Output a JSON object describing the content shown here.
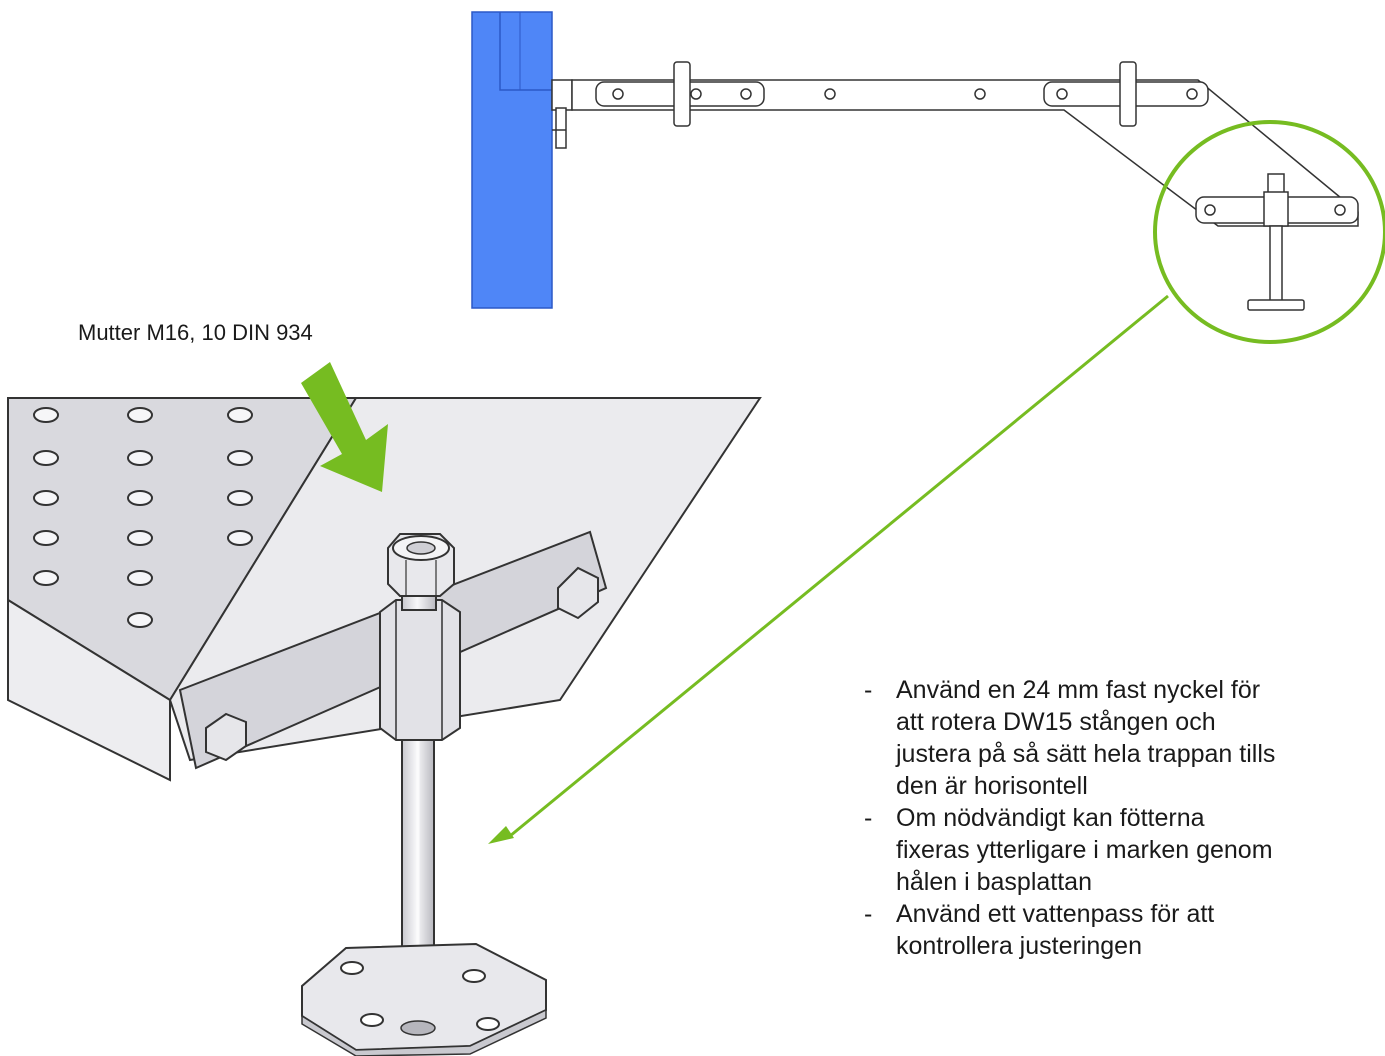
{
  "callout_label": "Mutter M16, 10 DIN 934",
  "instructions": [
    "Använd en 24 mm fast nyckel för att rotera DW15 stången och justera på så sätt hela trappan tills den är horisontell",
    "Om nödvändigt kan fötterna fixeras ytterligare i marken genom hålen i basplattan",
    "Använd ett vattenpass för att kontrollera justeringen"
  ],
  "colors": {
    "accent_green": "#76bc21",
    "wall_blue": "#4f86f7",
    "metal_light": "#ebebee",
    "line": "#333333"
  }
}
